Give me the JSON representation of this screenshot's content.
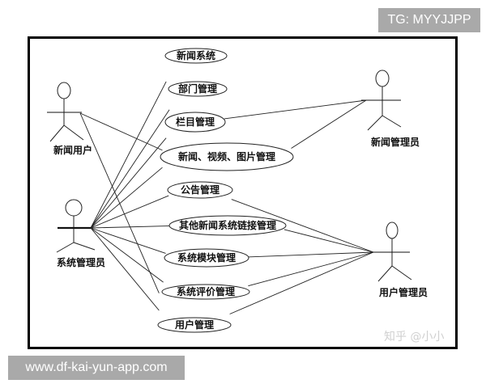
{
  "watermarks": {
    "top_right": "TG: MYYJJPP",
    "bottom_left": "www.df-kai-yun-app.com",
    "corner": "知乎 @小小"
  },
  "diagram": {
    "type": "use-case",
    "actors": [
      {
        "id": "news_user",
        "label": "新闻用户"
      },
      {
        "id": "news_admin",
        "label": "新闻管理员"
      },
      {
        "id": "sys_admin",
        "label": "系统管理员"
      },
      {
        "id": "user_admin",
        "label": "用户管理员"
      }
    ],
    "use_cases": [
      {
        "id": "uc1",
        "label": "新闻系统"
      },
      {
        "id": "uc2",
        "label": "部门管理"
      },
      {
        "id": "uc3",
        "label": "栏目管理"
      },
      {
        "id": "uc4",
        "label": "新闻、视频、图片管理"
      },
      {
        "id": "uc5",
        "label": "公告管理"
      },
      {
        "id": "uc6",
        "label": "其他新闻系统链接管理"
      },
      {
        "id": "uc7",
        "label": "系统模块管理"
      },
      {
        "id": "uc8",
        "label": "系统评价管理"
      },
      {
        "id": "uc9",
        "label": "用户管理"
      }
    ],
    "associations": [
      [
        "sys_admin",
        "uc1"
      ],
      [
        "sys_admin",
        "uc2"
      ],
      [
        "sys_admin",
        "uc3"
      ],
      [
        "sys_admin",
        "uc4"
      ],
      [
        "sys_admin",
        "uc5"
      ],
      [
        "sys_admin",
        "uc6"
      ],
      [
        "sys_admin",
        "uc7"
      ],
      [
        "sys_admin",
        "uc8"
      ],
      [
        "sys_admin",
        "uc9"
      ],
      [
        "news_user",
        "uc4"
      ],
      [
        "news_user",
        "uc9"
      ],
      [
        "news_admin",
        "uc3"
      ],
      [
        "news_admin",
        "uc4"
      ],
      [
        "user_admin",
        "uc5"
      ],
      [
        "user_admin",
        "uc6"
      ],
      [
        "user_admin",
        "uc7"
      ],
      [
        "user_admin",
        "uc8"
      ],
      [
        "user_admin",
        "uc9"
      ]
    ]
  }
}
